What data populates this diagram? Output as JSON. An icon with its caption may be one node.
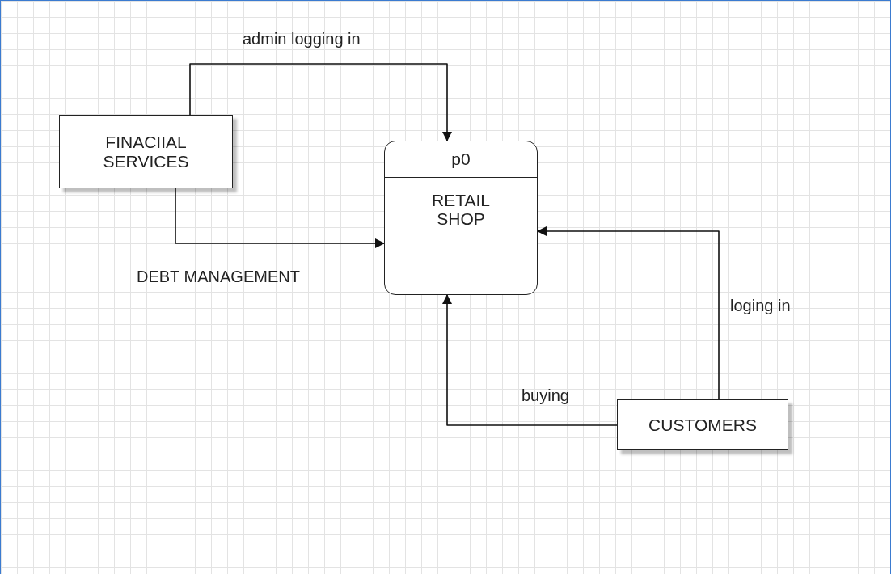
{
  "diagram": {
    "nodes": [
      {
        "text": [
          "FINACIIAL SERVICES"
        ]
      },
      {
        "text": [
          "p0",
          "RETAIL SHOP"
        ]
      },
      {
        "text": [
          "CUSTOMERS"
        ]
      }
    ],
    "edges": [
      {
        "from": 0,
        "to": 1,
        "arrow": "to",
        "label": "admin logging in"
      },
      {
        "from": 0,
        "to": 1,
        "arrow": "to",
        "label": "DEBT MANAGEMENT"
      },
      {
        "from": 2,
        "to": 1,
        "arrow": "to",
        "label": "loging in"
      },
      {
        "from": 2,
        "to": 1,
        "arrow": "to",
        "label": "buying"
      }
    ]
  }
}
